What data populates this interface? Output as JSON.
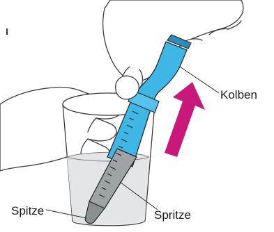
{
  "labels": {
    "plunger": "Kolben",
    "tip": "Spitze",
    "syringe": "Spritze"
  },
  "colors": {
    "syringe_blue": "#3fb7e6",
    "syringe_blue_dark": "#1e8fc0",
    "barrel_gray": "#9ea3a6",
    "barrel_gray_dark": "#6e7376",
    "arrow_magenta": "#c8187a",
    "line": "#3a3a3a",
    "hand_fill": "#ffffff",
    "water_fill": "#e3e5e7"
  },
  "icons": {
    "arrow": "up-arrow-icon"
  }
}
